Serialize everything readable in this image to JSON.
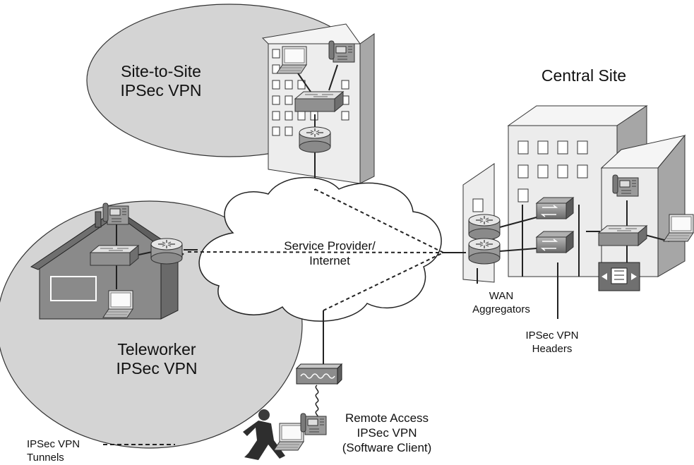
{
  "labels": {
    "site_to_site_line1": "Site-to-Site",
    "site_to_site_line2": "IPSec VPN",
    "central_site": "Central Site",
    "cloud_line1": "Service Provider/",
    "cloud_line2": "Internet",
    "teleworker_line1": "Teleworker",
    "teleworker_line2": "IPSec VPN",
    "wan_line1": "WAN",
    "wan_line2": "Aggregators",
    "headers_line1": "IPSec VPN",
    "headers_line2": "Headers",
    "remote_line1": "Remote Access",
    "remote_line2": "IPSec VPN",
    "remote_line3": "(Software Client)",
    "legend_line1": "IPSec VPN",
    "legend_line2": "Tunnels"
  },
  "icons": [
    "ip-phone-icon",
    "laptop-icon",
    "switch-icon",
    "router-icon",
    "vpn-concentrator-icon",
    "firewall-icon",
    "call-manager-icon",
    "person-icon",
    "cloud-icon"
  ]
}
